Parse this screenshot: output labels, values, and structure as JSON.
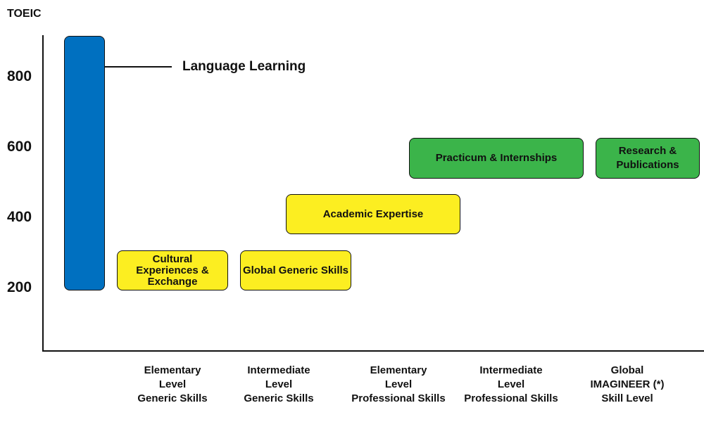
{
  "y_axis": {
    "title": "TOEIC",
    "ticks": [
      "800",
      "600",
      "400",
      "200"
    ]
  },
  "colors": {
    "language_learning": "#0070C0",
    "yellow_blocks": "#FCEE21",
    "green_blocks": "#3BB44A"
  },
  "blocks": {
    "language_learning": {
      "label": "Language Learning"
    },
    "cultural": {
      "lines": [
        "Cultural",
        "Experiences &",
        "Exchange"
      ]
    },
    "global_generic": {
      "lines": [
        "Global Generic Skills"
      ]
    },
    "academic": {
      "lines": [
        "Academic Expertise"
      ]
    },
    "practicum": {
      "lines": [
        "Practicum & Internships"
      ]
    },
    "research": {
      "lines": [
        "Research &",
        "Publications"
      ]
    }
  },
  "x_axis": {
    "levels": [
      {
        "lines": [
          "Elementary",
          "Level",
          "Generic Skills"
        ]
      },
      {
        "lines": [
          "Intermediate",
          "Level",
          "Generic Skills"
        ]
      },
      {
        "lines": [
          "Elementary",
          "Level",
          "Professional Skills"
        ]
      },
      {
        "lines": [
          "Intermediate",
          "Level",
          "Professional Skills"
        ]
      },
      {
        "lines": [
          "Global",
          "IMAGINEER (*)",
          "Skill Level"
        ]
      }
    ]
  }
}
